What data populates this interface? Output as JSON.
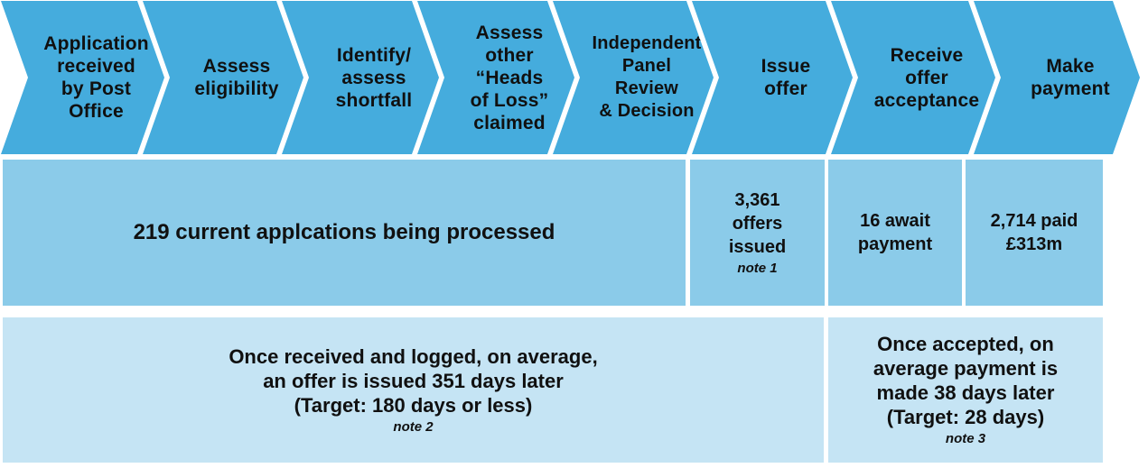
{
  "colors": {
    "arrow": "#45ACDD",
    "status_row": "#8BCBE9",
    "timing_row": "#C5E4F4",
    "text": "#101010"
  },
  "process_steps": [
    {
      "label": "Application\nreceived\nby Post\nOffice"
    },
    {
      "label": "Assess\neligibility"
    },
    {
      "label": "Identify/\nassess\nshortfall"
    },
    {
      "label": "Assess\nother\n“Heads\nof Loss”\nclaimed"
    },
    {
      "label": "Independent\nPanel\nReview\n& Decision"
    },
    {
      "label": "Issue\noffer"
    },
    {
      "label": "Receive\noffer\nacceptance"
    },
    {
      "label": "Make\npayment"
    }
  ],
  "status_row": {
    "processing": {
      "text": "219 current applcations being processed"
    },
    "offers_issued": {
      "text": "3,361\noffers\nissued",
      "note": "note 1"
    },
    "await_payment": {
      "text": "16 await\npayment"
    },
    "paid": {
      "text": "2,714 paid\n£313m"
    }
  },
  "timing_row": {
    "offer_timing": {
      "text": "Once received and logged, on average,\nan offer is issued 351 days later\n(Target: 180 days or less)",
      "note": "note 2"
    },
    "payment_timing": {
      "text": "Once accepted, on\naverage payment is\nmade 38 days later\n(Target: 28 days)",
      "note": "note 3"
    }
  }
}
